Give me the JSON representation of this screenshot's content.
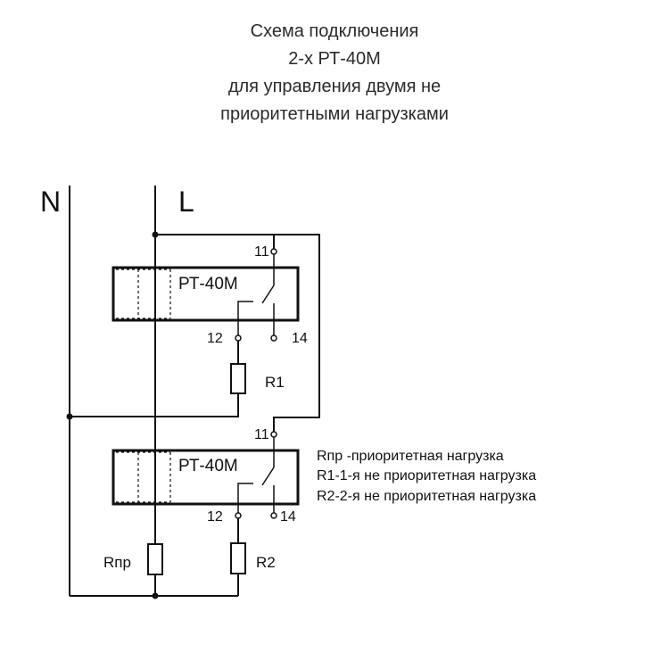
{
  "title": {
    "line1": "Схема подключения",
    "line2": "2-х РТ-40М",
    "line3": "для управления двумя не",
    "line4": "приоритетными нагрузками"
  },
  "bus": {
    "neutral": "N",
    "line": "L"
  },
  "relays": [
    {
      "label": "РТ-40М",
      "pin_common": "11",
      "pin_nc": "12",
      "pin_no": "14"
    },
    {
      "label": "РТ-40М",
      "pin_common": "11",
      "pin_nc": "12",
      "pin_no": "14"
    }
  ],
  "loads": {
    "r1": "R1",
    "r2": "R2",
    "rpr": "Rпр"
  },
  "legend": [
    "Rпр -приоритетная нагрузка",
    "R1-1-я не приоритетная нагрузка",
    "R2-2-я не приоритетная нагрузка"
  ],
  "colors": {
    "ink": "#111111",
    "title": "#2b2b2b",
    "background": "#ffffff"
  }
}
